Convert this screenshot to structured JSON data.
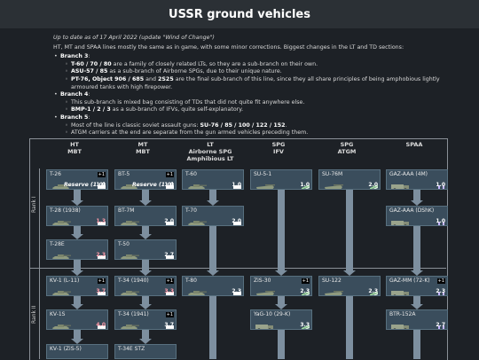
{
  "title": "USSR ground vehicles",
  "intro": {
    "update_note": "Up to date as of 17 April 2022 (update \"Wind of Change\")",
    "summary": "HT, MT and SPAA lines mostly the same as in game, with some minor corrections. Biggest changes in the LT and TD sections:",
    "branch3_label": "Branch 3",
    "branch3_items": [
      {
        "bold": "T-60 / 70 / 80",
        "rest": " are a family of closely related LTs, so they are a sub-branch on their own."
      },
      {
        "bold": "ASU-57 / 85",
        "rest": " as a sub-branch of Airborne SPGs, due to their unique nature."
      },
      {
        "bold": "PT-76, Object 906 / 685",
        "mid": " and ",
        "bold2": "2S25",
        "rest": " are the final sub-branch of this line, since they all share principles of being amphobious lightly armoured tanks with high firepower."
      }
    ],
    "branch4_label": "Branch 4",
    "branch4_items": [
      {
        "bold": "",
        "rest": "This sub-branch is mixed bag consisting of TDs that did not quite fit anywhere else."
      },
      {
        "bold": "BMP-1 / 2 / 3",
        "rest": " as a sub-branch of IFVs, quite self-explanatory."
      }
    ],
    "branch5_label": "Branch 5",
    "branch5_items": [
      {
        "prefix": "Most of the line is classic soviet assault guns: ",
        "bold": "SU-76 / 85 / 100 / 122 / 152",
        "rest": "."
      },
      {
        "bold": "",
        "rest": "ATGM carriers at the end are separate from the gun armed vehicles preceding them."
      }
    ]
  },
  "columns": [
    {
      "line1": "HT",
      "line2": "MBT",
      "line3": ""
    },
    {
      "line1": "MT",
      "line2": "MBT",
      "line3": ""
    },
    {
      "line1": "LT",
      "line2": "Airborne SPG",
      "line3": "Amphibious LT"
    },
    {
      "line1": "SPG",
      "line2": "IFV",
      "line3": ""
    },
    {
      "line1": "SPG",
      "line2": "ATGM",
      "line3": ""
    },
    {
      "line1": "SPAA",
      "line2": "",
      "line3": ""
    }
  ],
  "ranks": [
    "Rank I",
    "Rank II"
  ],
  "reserve_label": "Reserve (1.0)",
  "vehicles": {
    "t26": {
      "name": "T-26",
      "br": "1.0",
      "rp": "+1"
    },
    "bt5": {
      "name": "BT-5",
      "br": "1.0",
      "rp": "+1"
    },
    "t60": {
      "name": "T-60",
      "br": "1.0"
    },
    "su51": {
      "name": "SU-5-1",
      "br": "1.0"
    },
    "su76m": {
      "name": "SU-76M",
      "br": "2.0"
    },
    "gaz4m": {
      "name": "GAZ-AAA (4M)",
      "br": "1.0"
    },
    "t28_1938": {
      "name": "T-28 (1938)",
      "br": "1.3"
    },
    "bt7m": {
      "name": "BT-7M",
      "br": "2.0"
    },
    "t70": {
      "name": "T-70",
      "br": "2.0"
    },
    "gazdshk": {
      "name": "GAZ-AAA (DShK)",
      "br": "1.0"
    },
    "t28e": {
      "name": "T-28E",
      "br": "2.3"
    },
    "t50": {
      "name": "T-50",
      "br": "2.7"
    },
    "kv1l11": {
      "name": "KV-1 (L-11)",
      "br": "3.7",
      "rp": "+1"
    },
    "t34_1940": {
      "name": "T-34 (1940)",
      "br": "3.3",
      "rp": "+1"
    },
    "t80": {
      "name": "T-80",
      "br": "2.3"
    },
    "zis30": {
      "name": "ZiS-30",
      "br": "2.3",
      "rp": "+1"
    },
    "su122": {
      "name": "SU-122",
      "br": "2.3"
    },
    "gazmm": {
      "name": "GAZ-MM (72-K)",
      "br": "2.3",
      "rp": "+1"
    },
    "kv1s": {
      "name": "KV-1S",
      "br": "4.0"
    },
    "t34_1941": {
      "name": "T-34 (1941)",
      "br": "3.7",
      "rp": "+1"
    },
    "yag10": {
      "name": "YaG-10 (29-K)",
      "br": "3.3"
    },
    "btr152a": {
      "name": "BTR-152A",
      "br": "2.7"
    },
    "kv1zis5": {
      "name": "KV-1 (ZiS-5)",
      "br": ""
    },
    "t34estz": {
      "name": "T-34E STZ",
      "br": ""
    }
  },
  "colors": {
    "card_bg": "#3a4d5c",
    "arrow": "#7d8f9f",
    "header_bg": "#2b3035",
    "page_bg": "#1d2126"
  }
}
